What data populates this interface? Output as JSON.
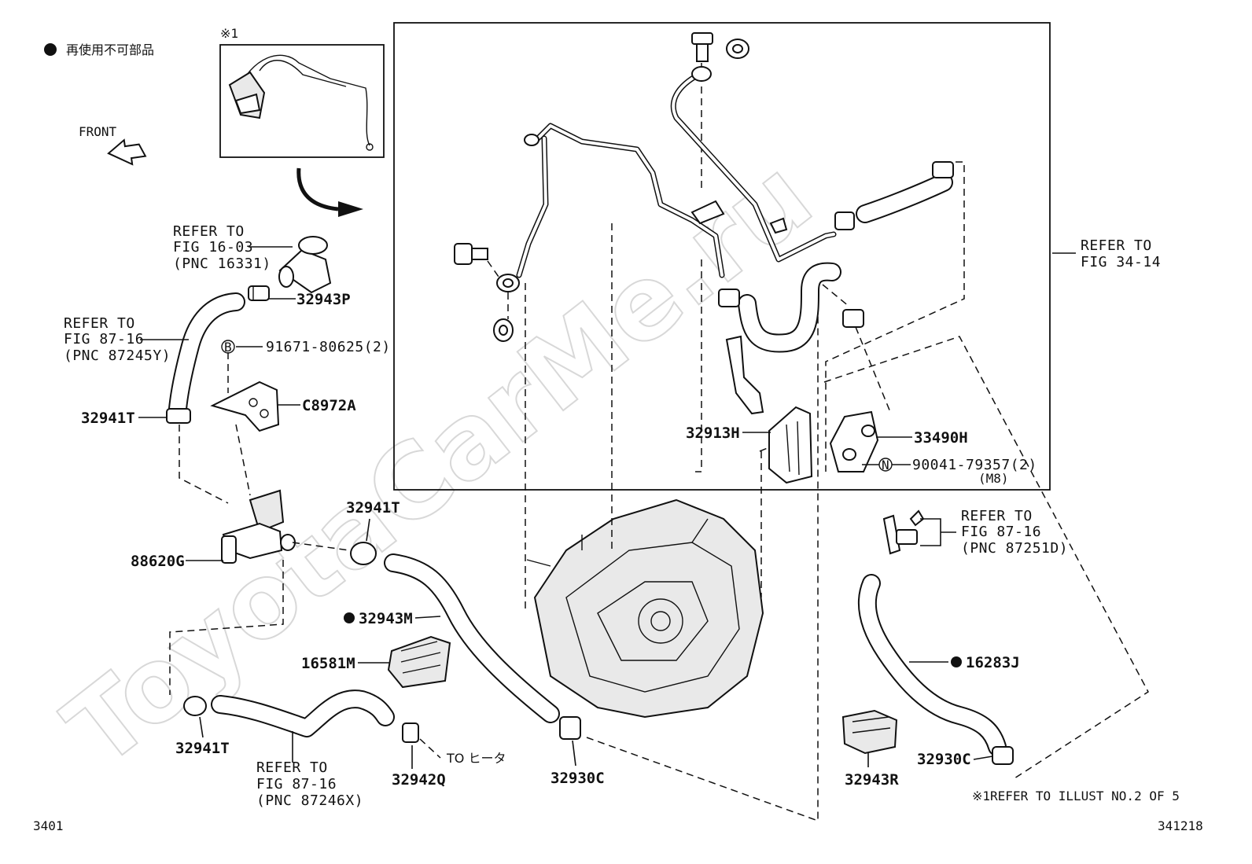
{
  "legend": {
    "bullet_text": "再使用不可部品"
  },
  "inset": {
    "note_mark": "※1"
  },
  "front_label": "FRONT",
  "refers": {
    "r1": [
      "REFER TO",
      "FIG 16-03",
      "(PNC 16331)"
    ],
    "r2": [
      "REFER TO",
      "FIG 87-16",
      "(PNC 87245Y)"
    ],
    "r3": [
      "REFER TO",
      "FIG 34-14"
    ],
    "r4": [
      "REFER TO",
      "FIG 87-16",
      "(PNC 87251D)"
    ],
    "r5": [
      "REFER TO",
      "FIG 87-16",
      "(PNC 87246X)"
    ]
  },
  "parts": {
    "p32943P": "32943P",
    "p91671": "91671-80625(2)",
    "p91671_mark": "B",
    "pC8972A": "C8972A",
    "p32941T_a": "32941T",
    "p32941T_b": "32941T",
    "p32941T_c": "32941T",
    "p88620G": "88620G",
    "p32943M": "32943M",
    "p16581M": "16581M",
    "p32942Q": "32942Q",
    "p32930C_a": "32930C",
    "p32913H": "32913H",
    "p33490H": "33490H",
    "p90041": "90041-79357(2)",
    "p90041_mark": "N",
    "p90041_sub": "(M8)",
    "p16283J": "16283J",
    "p32943R": "32943R",
    "p32930C_b": "32930C"
  },
  "to_heater": "TO ヒータ",
  "footnote": "※1REFER TO ILLUST NO.2 OF 5",
  "page_left": "3401",
  "page_right": "341218",
  "watermark": "ToyotaCarMe.ru"
}
